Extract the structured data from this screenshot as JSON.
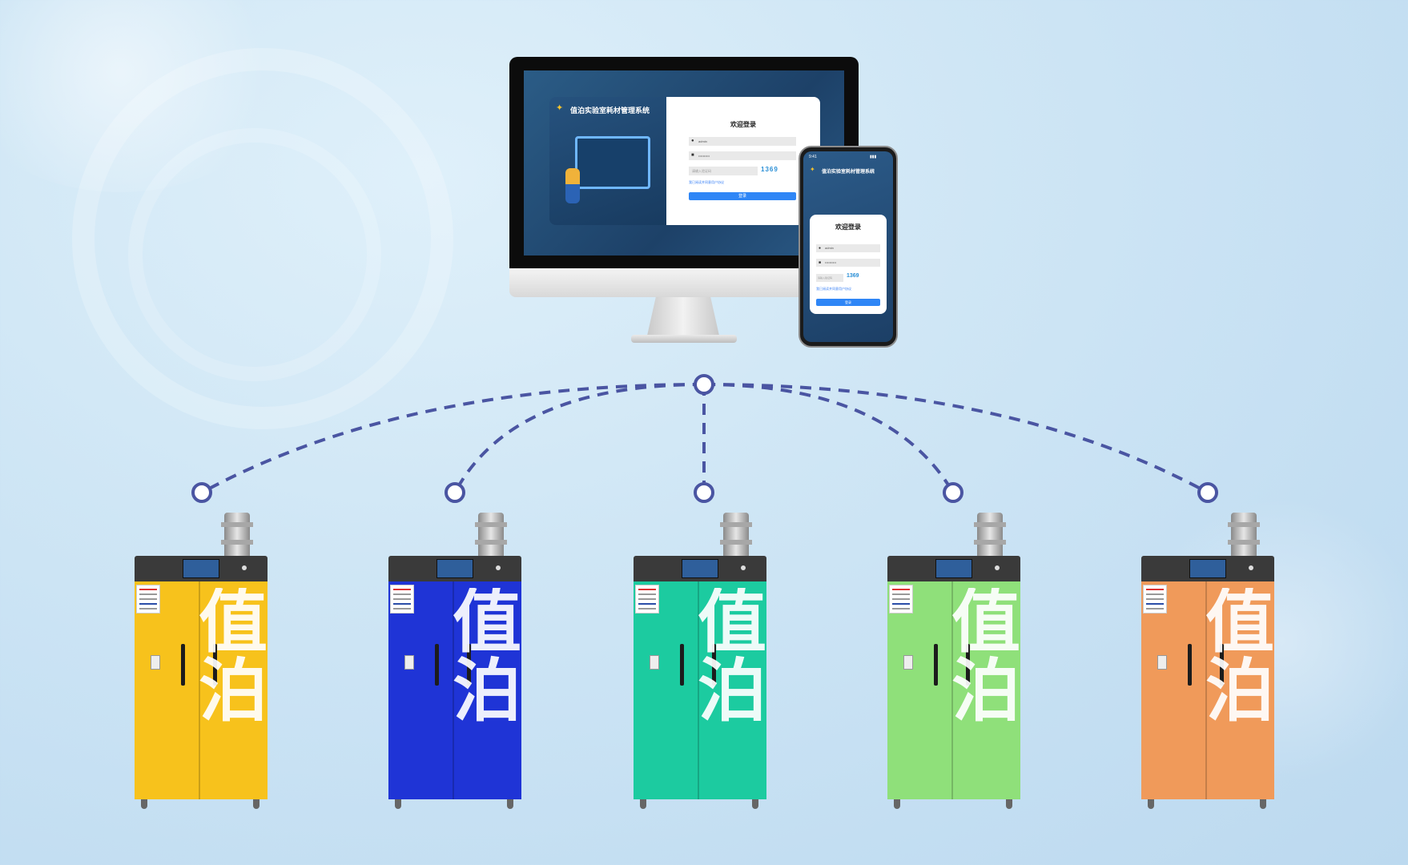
{
  "colors": {
    "network_line": "#4a55a2",
    "cabinet_yellow": "#f7c21c",
    "cabinet_blue": "#1f34d6",
    "cabinet_teal": "#1ccba0",
    "cabinet_green": "#8fe07a",
    "cabinet_orange": "#f09a5a",
    "login_button": "#2f86f6"
  },
  "desktop": {
    "system_title": "值泊实验室耗材管理系统",
    "welcome": "欢迎登录",
    "username_value": "admin",
    "password_value": "••••••••••",
    "captcha_placeholder": "请输入验证码",
    "captcha_text": "1369",
    "remember": "我已阅读并同意用户协议",
    "login_button": "登录"
  },
  "phone": {
    "status_time": "9:41",
    "status_right": "▮▮▮",
    "system_title": "值泊实验室耗材管理系统",
    "welcome": "欢迎登录",
    "username_value": "admin",
    "password_value": "••••••••••",
    "captcha_placeholder": "请输入验证码",
    "captcha_text": "1369",
    "remember": "我已阅读并同意用户协议",
    "login_button": "登录"
  },
  "cabinets": [
    {
      "color": "#f7c21c",
      "brand": "值泊"
    },
    {
      "color": "#1f34d6",
      "brand": "值泊"
    },
    {
      "color": "#1ccba0",
      "brand": "值泊"
    },
    {
      "color": "#8fe07a",
      "brand": "值泊"
    },
    {
      "color": "#f09a5a",
      "brand": "值泊"
    }
  ]
}
